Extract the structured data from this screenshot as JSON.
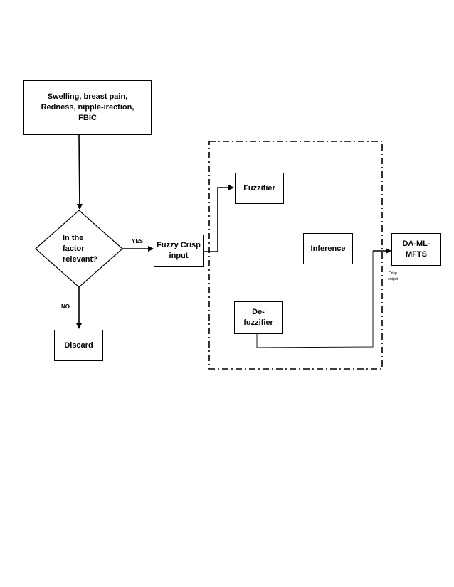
{
  "nodes": {
    "symptoms": "Swelling, breast pain, Redness, nipple-irection, FBIC",
    "decision_line1": "In the",
    "decision_line2": "factor",
    "decision_line3": "relevant?",
    "discard": "Discard",
    "fuzzy_input_line1": "Fuzzy Crisp",
    "fuzzy_input_line2": "input",
    "fuzzifier": "Fuzzifier",
    "inference": "Inference",
    "defuzzifier_line1": "De-",
    "defuzzifier_line2": "fuzzifier",
    "output_line1": "DA-ML-",
    "output_line2": "MFTS"
  },
  "edge_labels": {
    "yes": "YES",
    "no": "NO",
    "crisp_line1": "Crisp",
    "crisp_line2": "output"
  }
}
